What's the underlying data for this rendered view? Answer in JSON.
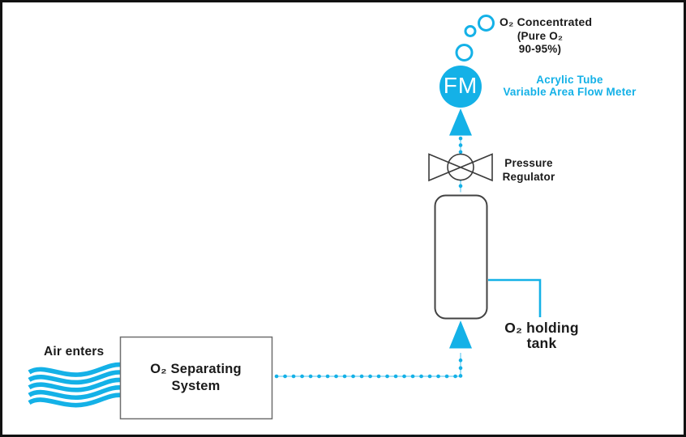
{
  "title": "Oxygen concentrator process flow diagram",
  "colors": {
    "accent_cyan": "#14b1e7",
    "dot_link_cyan": "#9adcf5",
    "outline_dark": "#424242",
    "box_outline_gray": "#6e6e6e",
    "text_black": "#1a1a1a",
    "frame_black": "#111111"
  },
  "labels": {
    "air_enters": "Air enters",
    "separating_system": "O₂ Separating\nSystem",
    "holding_tank": "O₂ holding\ntank",
    "pressure_regulator": "Pressure\nRegulator",
    "flow_meter": "FM",
    "flow_meter_caption": "Acrylic Tube\nVariable Area Flow Meter",
    "o2_concentrated": "O₂ Concentrated",
    "o2_purity": "(Pure O₂\n90-95%)"
  },
  "icons": {
    "air_waves": "air-flow-waves-icon",
    "dotted_flow": "flow-dotted-line",
    "up_arrow": "flow-arrow-up-icon",
    "valve": "pressure-regulator-valve-icon",
    "tank": "holding-tank-shape",
    "flow_meter_circle": "flow-meter-circle",
    "bubbles": "o2-bubbles-icon"
  }
}
